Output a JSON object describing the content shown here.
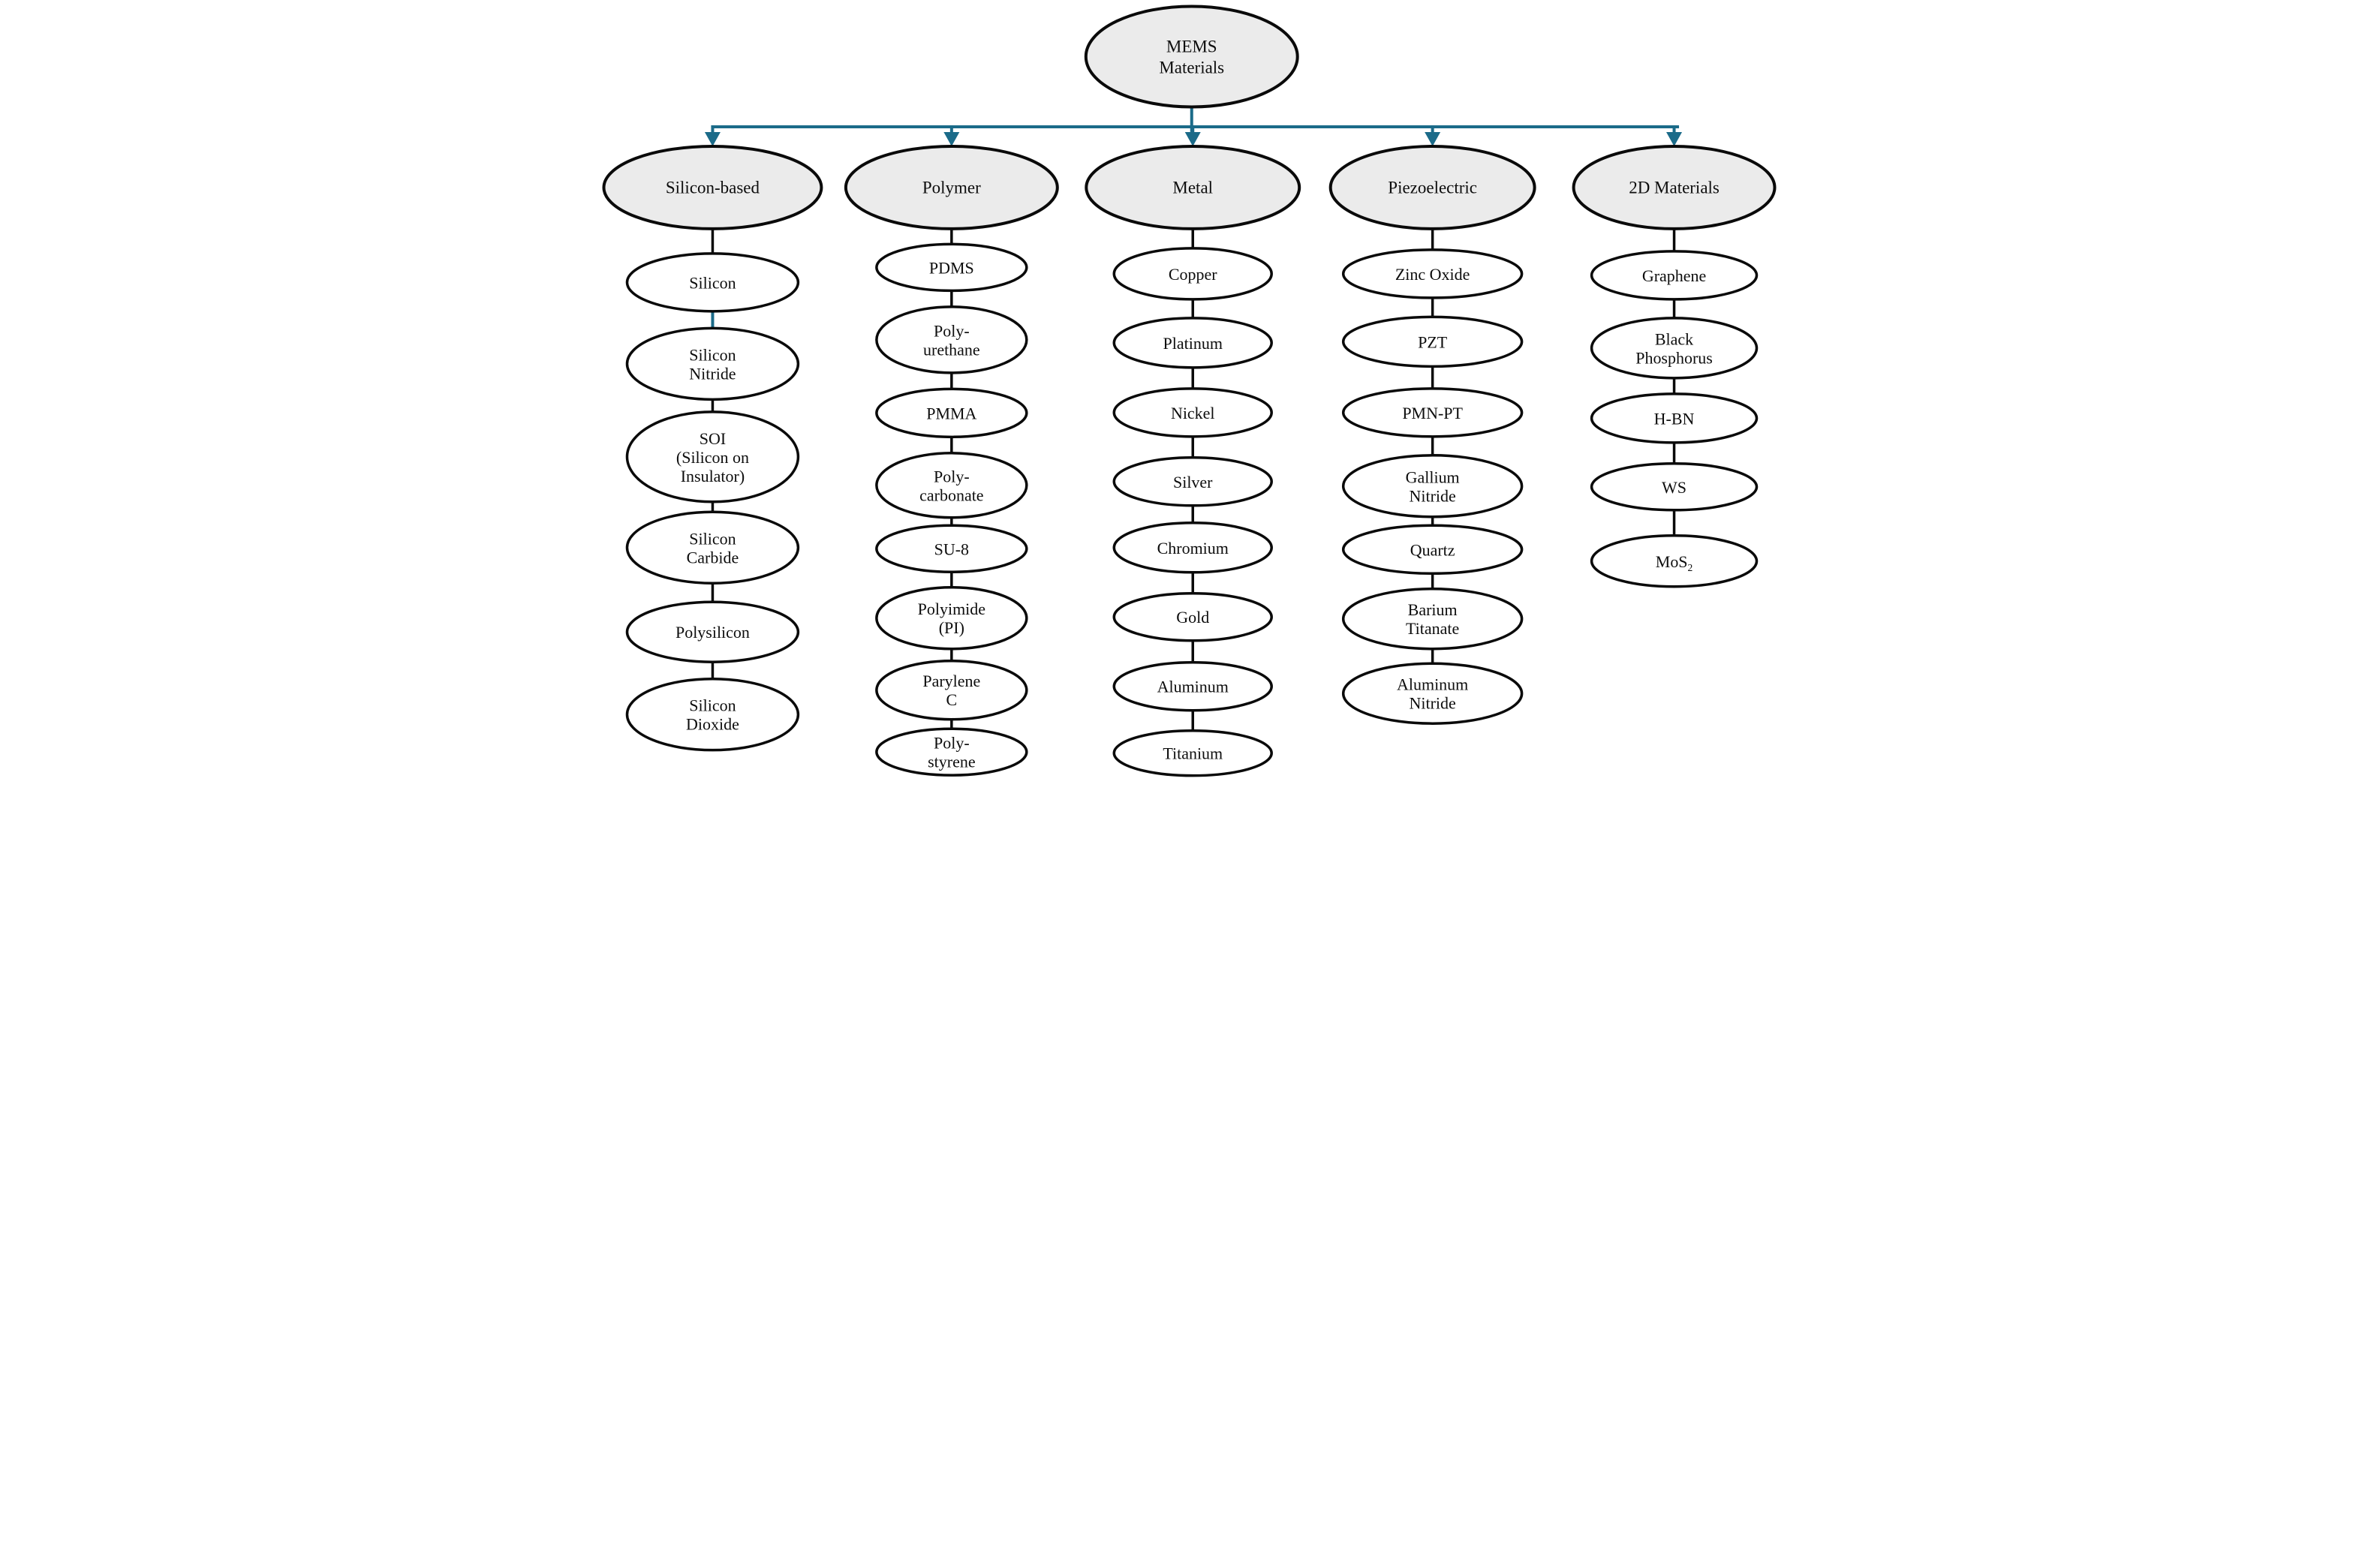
{
  "figure": {
    "title": "MEMS Materials taxonomy diagram",
    "root": {
      "lines": [
        "MEMS",
        "Materials"
      ]
    },
    "categories": [
      {
        "label": "Silicon-based",
        "children": [
          {
            "lines": [
              "Silicon"
            ]
          },
          {
            "lines": [
              "Silicon",
              "Nitride"
            ],
            "accent_edge": true
          },
          {
            "lines": [
              "SOI",
              "(Silicon on",
              "Insulator)"
            ]
          },
          {
            "lines": [
              "Silicon",
              "Carbide"
            ]
          },
          {
            "lines": [
              "Polysilicon"
            ]
          },
          {
            "lines": [
              "Silicon",
              "Dioxide"
            ]
          }
        ]
      },
      {
        "label": "Polymer",
        "children": [
          {
            "lines": [
              "PDMS"
            ]
          },
          {
            "lines": [
              "Poly-",
              "urethane"
            ]
          },
          {
            "lines": [
              "PMMA"
            ]
          },
          {
            "lines": [
              "Poly-",
              "carbonate"
            ]
          },
          {
            "lines": [
              "SU-8"
            ]
          },
          {
            "lines": [
              "Polyimide",
              "(PI)"
            ]
          },
          {
            "lines": [
              "Parylene",
              "C"
            ]
          },
          {
            "lines": [
              "Poly-",
              "styrene"
            ]
          }
        ]
      },
      {
        "label": "Metal",
        "children": [
          {
            "lines": [
              "Copper"
            ]
          },
          {
            "lines": [
              "Platinum"
            ]
          },
          {
            "lines": [
              "Nickel"
            ]
          },
          {
            "lines": [
              "Silver"
            ]
          },
          {
            "lines": [
              "Chromium"
            ]
          },
          {
            "lines": [
              "Gold"
            ]
          },
          {
            "lines": [
              "Aluminum"
            ]
          },
          {
            "lines": [
              "Titanium"
            ]
          }
        ]
      },
      {
        "label": "Piezoelectric",
        "children": [
          {
            "lines": [
              "Zinc Oxide"
            ]
          },
          {
            "lines": [
              "PZT"
            ]
          },
          {
            "lines": [
              "PMN-PT"
            ]
          },
          {
            "lines": [
              "Gallium",
              "Nitride"
            ]
          },
          {
            "lines": [
              "Quartz"
            ]
          },
          {
            "lines": [
              "Barium",
              "Titanate"
            ]
          },
          {
            "lines": [
              "Aluminum",
              "Nitride"
            ]
          }
        ]
      },
      {
        "label": "2D Materials",
        "children": [
          {
            "lines": [
              "Graphene"
            ]
          },
          {
            "lines": [
              "Black",
              "Phosphorus"
            ]
          },
          {
            "lines": [
              "H-BN"
            ]
          },
          {
            "lines": [
              "WS"
            ]
          },
          {
            "lines": [
              "MoS"
            ],
            "subscript": "2"
          }
        ]
      }
    ],
    "colors": {
      "accent": "#1b6b89",
      "node_border": "#0a0a0a",
      "category_fill": "#ebebeb",
      "node_fill": "#ffffff",
      "background": "#ffffff"
    }
  }
}
